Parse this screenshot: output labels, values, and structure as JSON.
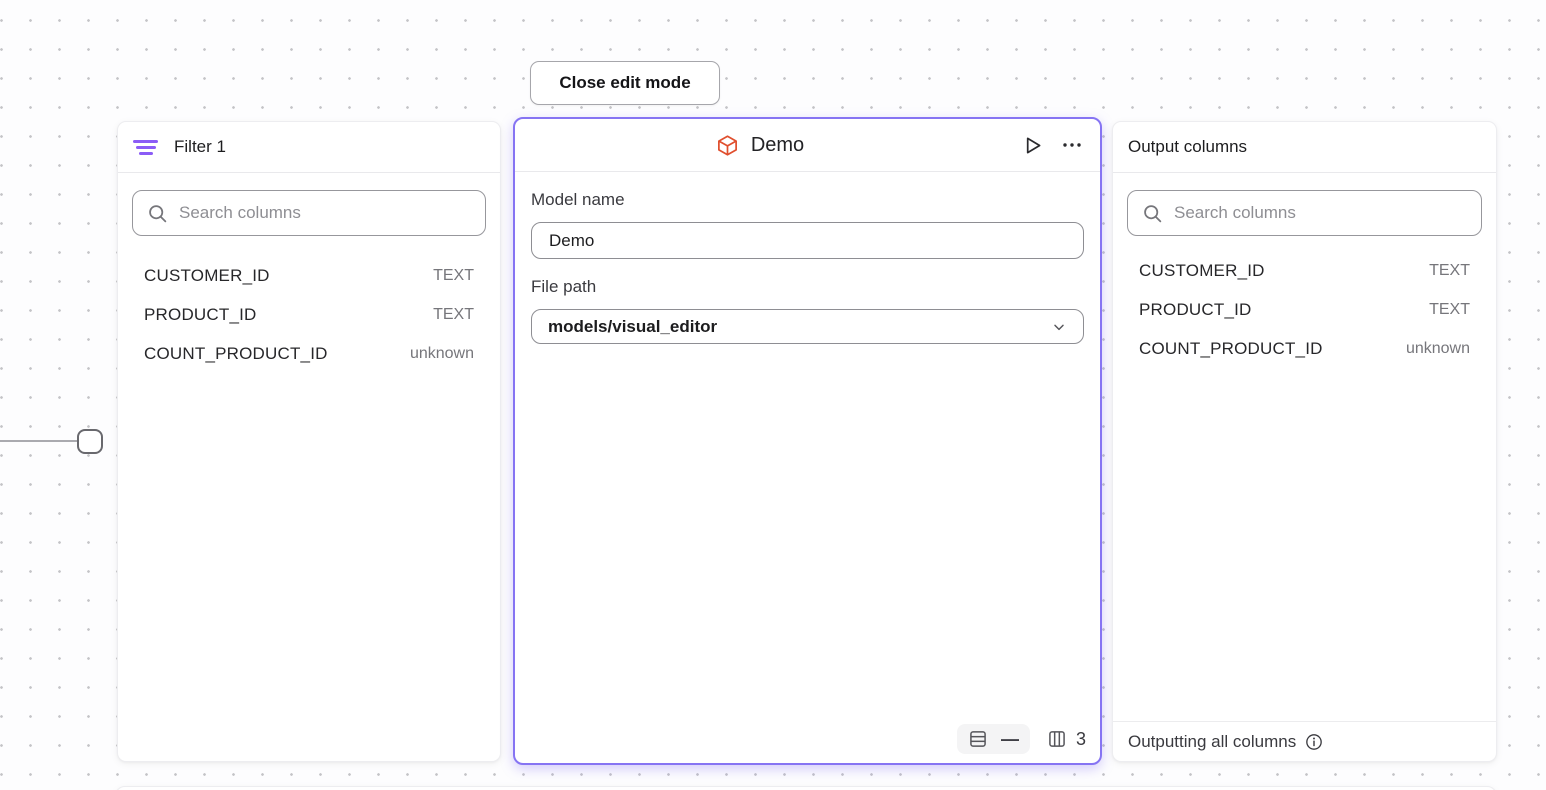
{
  "toolbar": {
    "close_edit_mode_label": "Close edit mode"
  },
  "filter_panel": {
    "title": "Filter 1",
    "search_placeholder": "Search columns",
    "columns": [
      {
        "name": "CUSTOMER_ID",
        "type": "TEXT"
      },
      {
        "name": "PRODUCT_ID",
        "type": "TEXT"
      },
      {
        "name": "COUNT_PRODUCT_ID",
        "type": "unknown"
      }
    ]
  },
  "model_panel": {
    "title": "Demo",
    "model_name_label": "Model name",
    "model_name_value": "Demo",
    "file_path_label": "File path",
    "file_path_value": "models/visual_editor",
    "row_count_display": "—",
    "column_count": "3"
  },
  "output_panel": {
    "title": "Output columns",
    "search_placeholder": "Search columns",
    "columns": [
      {
        "name": "CUSTOMER_ID",
        "type": "TEXT"
      },
      {
        "name": "PRODUCT_ID",
        "type": "TEXT"
      },
      {
        "name": "COUNT_PRODUCT_ID",
        "type": "unknown"
      }
    ],
    "footer_text": "Outputting all columns"
  },
  "icons": {
    "filter_icon": "filter-lines",
    "search_icon": "magnifier",
    "model_icon": "package-cube",
    "run_icon": "play-triangle",
    "menu_icon": "ellipsis",
    "dropdown_icon": "chevron-down",
    "rows_icon": "table-rows",
    "columns_icon": "table-columns",
    "info_icon": "circled-i"
  },
  "colors": {
    "accent_border": "#8674f3",
    "filter_icon": "#8b5cf6",
    "model_icon": "#e04f2e",
    "text_primary": "#1d1d1f",
    "text_secondary": "#76767b",
    "canvas_dot": "#c4c4c7"
  }
}
